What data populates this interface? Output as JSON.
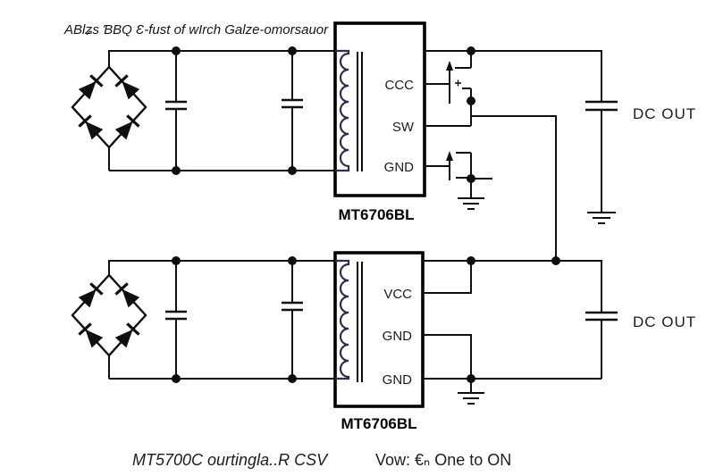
{
  "title": "ABlʑs ƁBQ Ɛ-fust of wIrch Galze-omorsauor",
  "circuits": [
    {
      "ic_label": "MT6706BL",
      "pins": [
        "CCC",
        "SW",
        "GND"
      ],
      "output_label": "DC OUT"
    },
    {
      "ic_label": "MT6706BL",
      "pins": [
        "VCC",
        "GND",
        "GND"
      ],
      "output_label": "DC OUT"
    }
  ],
  "footer": {
    "left": "MT5700C  ourtingla..R CSV",
    "right": "Vow: €ₙ One to ON"
  },
  "colors": {
    "line": "#0f0f0f",
    "label": "#1c1c1c",
    "winding": "#2f2f4a",
    "background": "#ffffff"
  }
}
